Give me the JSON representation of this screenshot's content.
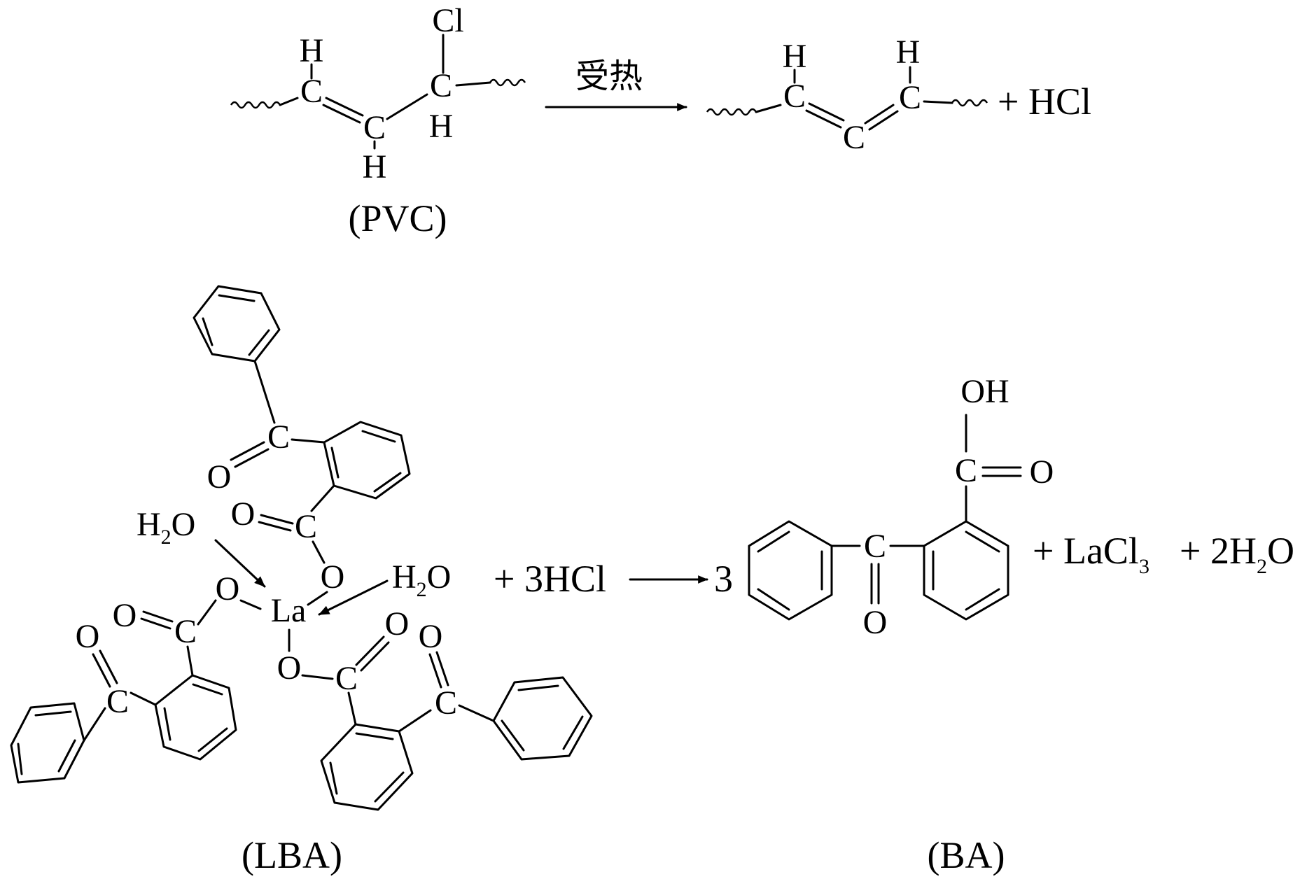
{
  "reaction1": {
    "condition": "受热",
    "reactant_label": "(PVC)",
    "byproduct": "+ HCl",
    "atoms": {
      "H": "H",
      "C": "C",
      "Cl": "Cl"
    }
  },
  "reaction2": {
    "reactant_label": "(LBA)",
    "reagent": "+ 3HCl",
    "coefficient": "3",
    "product_label": "(BA)",
    "lacl": {
      "pre": "+ LaCl",
      "sub": "3"
    },
    "water": {
      "pre": "+ 2H",
      "sub": "2",
      "post": "O"
    },
    "atoms": {
      "La": "La",
      "O": "O",
      "C": "C",
      "H": "H",
      "OH": "OH"
    },
    "aquo_ligand": {
      "pre": "H",
      "sub": "2",
      "post": "O"
    }
  }
}
